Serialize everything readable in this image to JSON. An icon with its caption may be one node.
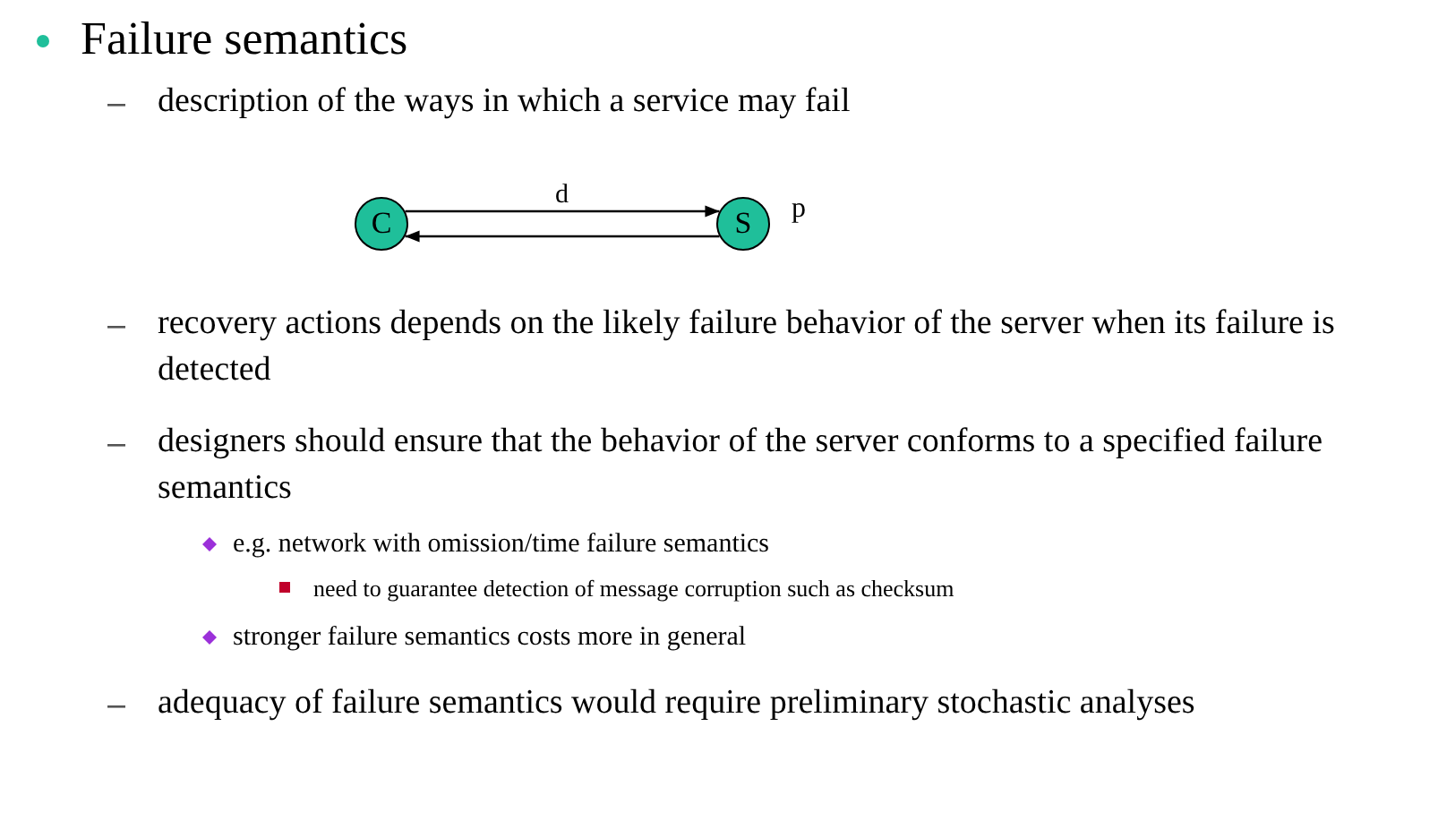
{
  "diagram": {
    "nodes": [
      {
        "text": [
          "C"
        ]
      },
      {
        "text": [
          "S"
        ],
        "beside": [
          "p"
        ]
      }
    ],
    "edges": [
      {
        "from": 0,
        "to": 1,
        "arrow": "to",
        "label": "d"
      },
      {
        "from": 1,
        "to": 0,
        "arrow": "to"
      }
    ],
    "labels": [
      "Failure semantics",
      "description of the ways in which a service may fail",
      "recovery actions depends on the likely failure behavior of the server when its failure is detected",
      "designers should ensure that the behavior of the server conforms to a specified failure semantics",
      "e.g. network with omission/time failure semantics",
      "need to guarantee detection of message corruption such as checksum",
      "stronger failure semantics costs more in general",
      "adequacy of failure semantics would require preliminary stochastic analyses"
    ]
  }
}
